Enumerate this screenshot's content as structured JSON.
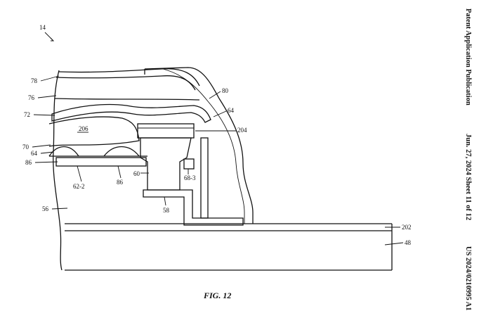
{
  "header": {
    "publication": "Patent Application Publication",
    "date_sheet": "Jun. 27, 2024  Sheet 11 of 12",
    "number": "US 2024/0210995 A1"
  },
  "figure": {
    "caption": "FIG. 12"
  },
  "labels": {
    "l14": "14",
    "l78": "78",
    "l76": "76",
    "l72": "72",
    "l206": "206",
    "l70": "70",
    "l64a": "64",
    "l86a": "86",
    "l62_2": "62-2",
    "l86b": "86",
    "l60": "60",
    "l68_3": "68-3",
    "l58": "58",
    "l56": "56",
    "l80": "80",
    "l64b": "64",
    "l204": "204",
    "l202": "202",
    "l48": "48"
  }
}
